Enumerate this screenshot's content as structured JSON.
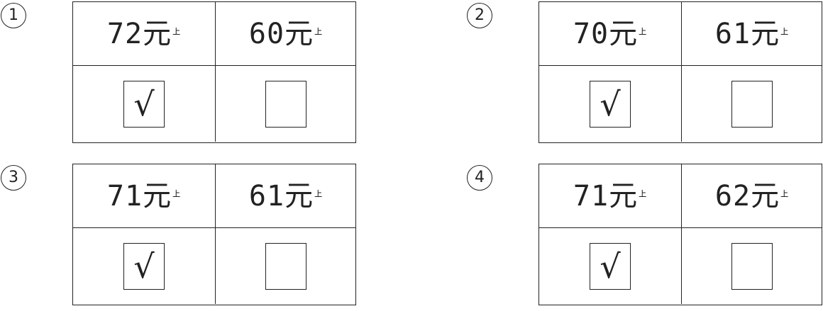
{
  "items": [
    {
      "num": "1",
      "left": {
        "num": "72",
        "cur": "元",
        "unit": "㆖",
        "mark": "√"
      },
      "right": {
        "num": "60",
        "cur": "元",
        "unit": "㆖",
        "mark": ""
      }
    },
    {
      "num": "2",
      "left": {
        "num": "70",
        "cur": "元",
        "unit": "㆖",
        "mark": "√"
      },
      "right": {
        "num": "61",
        "cur": "元",
        "unit": "㆖",
        "mark": ""
      }
    },
    {
      "num": "3",
      "left": {
        "num": "71",
        "cur": "元",
        "unit": "㆖",
        "mark": "√"
      },
      "right": {
        "num": "61",
        "cur": "元",
        "unit": "㆖",
        "mark": ""
      }
    },
    {
      "num": "4",
      "left": {
        "num": "71",
        "cur": "元",
        "unit": "㆖",
        "mark": "√"
      },
      "right": {
        "num": "62",
        "cur": "元",
        "unit": "㆖",
        "mark": ""
      }
    }
  ]
}
